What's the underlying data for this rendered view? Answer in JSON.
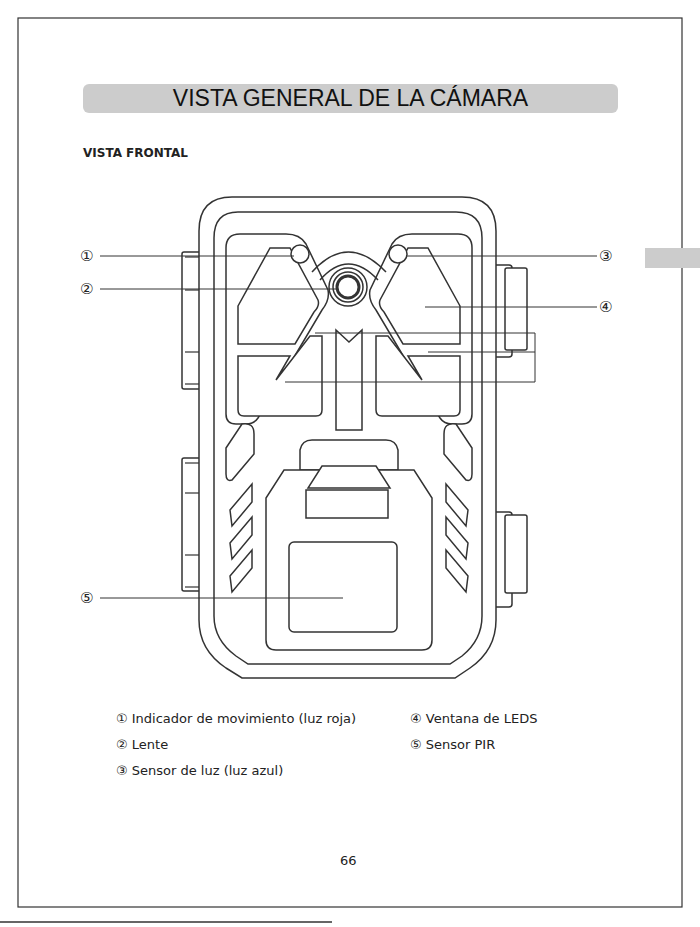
{
  "diagram": {
    "title": "VISTA GENERAL DE LA CÁMARA",
    "labels": [
      "VISTA FRONTAL",
      "①",
      "②",
      "③",
      "④",
      "⑤",
      "① Indicador de movimiento (luz roja)",
      "④ Ventana de LEDS",
      "② Lente",
      "⑤ Sensor PIR",
      "③ Sensor de luz (luz azul)",
      "66"
    ]
  }
}
